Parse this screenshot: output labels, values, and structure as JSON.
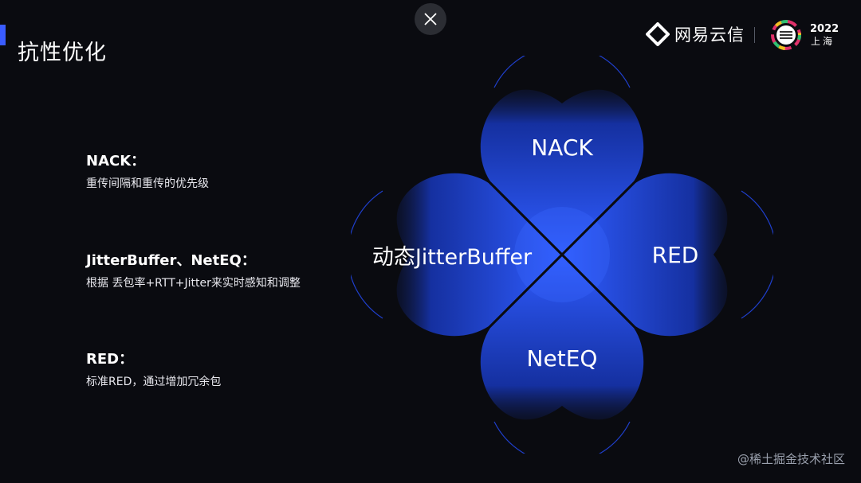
{
  "slide": {
    "title": "抗性优化",
    "logo_text": "网易云信",
    "event_year": "2022",
    "event_city": "上海",
    "watermark": "@稀土掘金技术社区",
    "close_icon": "close-icon"
  },
  "items": [
    {
      "title": "NACK：",
      "desc": "重传间隔和重传的优先级"
    },
    {
      "title": "JitterBuffer、NetEQ：",
      "desc": "根据 丢包率+RTT+Jitter来实时感知和调整"
    },
    {
      "title": "RED：",
      "desc": "标准RED，通过增加冗余包"
    }
  ],
  "diagram": {
    "top": "NACK",
    "left": "动态JitterBuffer",
    "right": "RED",
    "bottom": "NetEQ"
  },
  "colors": {
    "background": "#0a0b10",
    "accent": "#3a5cff",
    "petal_core": "#2f5cff",
    "petal_edge": "#0a0b10"
  }
}
